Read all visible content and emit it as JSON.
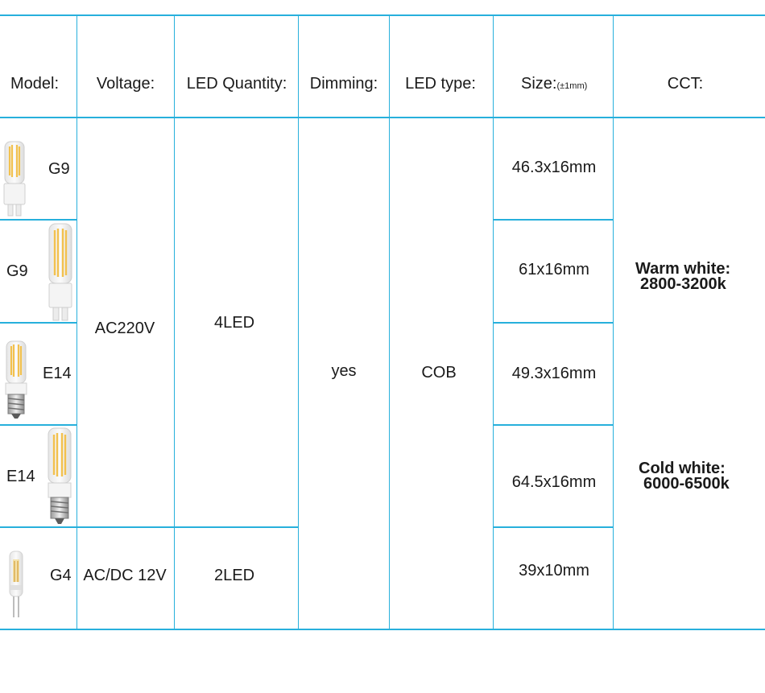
{
  "header": {
    "model": "Model:",
    "voltage": "Voltage:",
    "led_quantity": "LED Quantity:",
    "dimming": "Dimming:",
    "led_type": "LED type:",
    "size": "Size:",
    "size_tolerance": "(±1mm)",
    "cct": "CCT:"
  },
  "rows": [
    {
      "model": "G9",
      "size": "46.3x16mm"
    },
    {
      "model": "G9",
      "size": "61x16mm"
    },
    {
      "model": "E14",
      "size": "49.3x16mm"
    },
    {
      "model": "E14",
      "size": "64.5x16mm"
    },
    {
      "model": "G4",
      "size": "39x10mm"
    }
  ],
  "voltage": {
    "group1": "AC220V",
    "group2": "AC/DC 12V"
  },
  "led_quantity": {
    "group1": "4LED",
    "group2": "2LED"
  },
  "dimming": "yes",
  "led_type": "COB",
  "cct": {
    "warm_label": "Warm white:",
    "warm_range": "2800-3200k",
    "cold_label": "Cold white:",
    "cold_range": "6000-6500k"
  },
  "colors": {
    "grid_line": "#27b0dc",
    "filament": "#f2c14e"
  }
}
